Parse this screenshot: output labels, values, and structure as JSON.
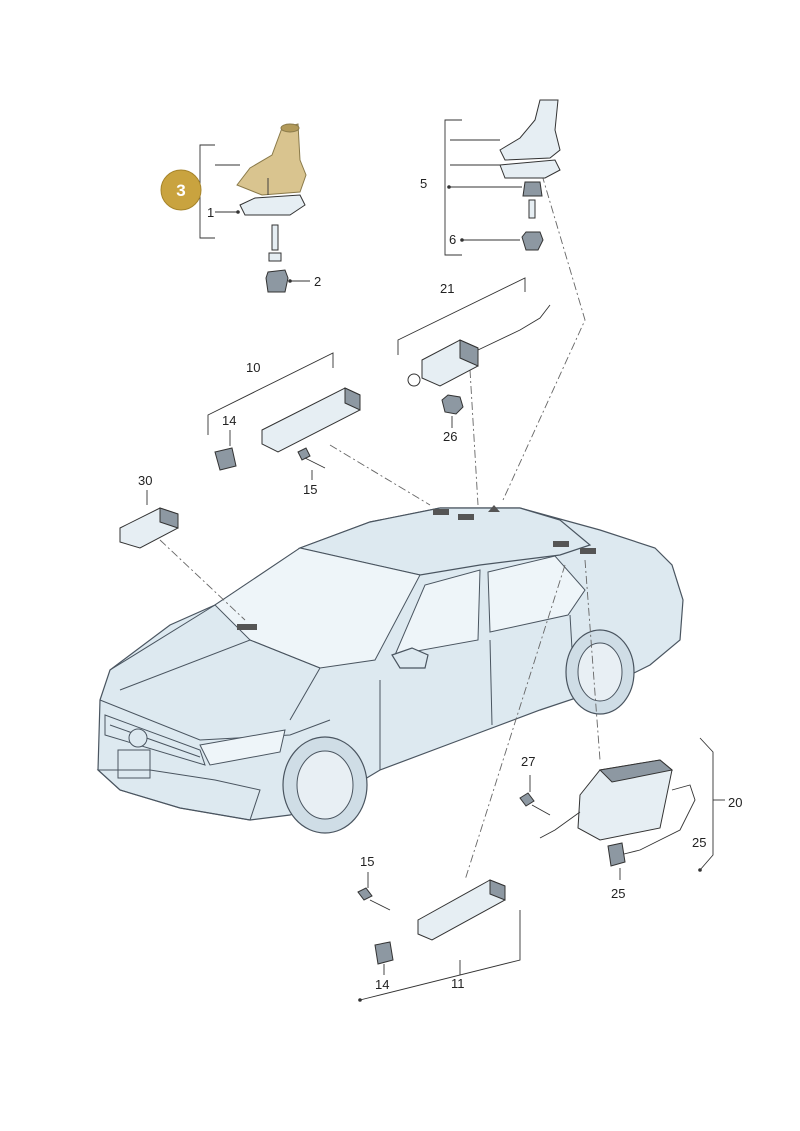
{
  "callout": {
    "number": "3",
    "color": "#c9a33f"
  },
  "labels": {
    "n1": "1",
    "n2": "2",
    "n5": "5",
    "n6": "6",
    "n10": "10",
    "n11": "11",
    "n14a": "14",
    "n14b": "14",
    "n15a": "15",
    "n15b": "15",
    "n20": "20",
    "n21": "21",
    "n25a": "25",
    "n25b": "25",
    "n26": "26",
    "n27": "27",
    "n30": "30"
  },
  "colors": {
    "highlight_part": "#d9c48f",
    "body": "#dde9f0",
    "outline": "#333333"
  }
}
